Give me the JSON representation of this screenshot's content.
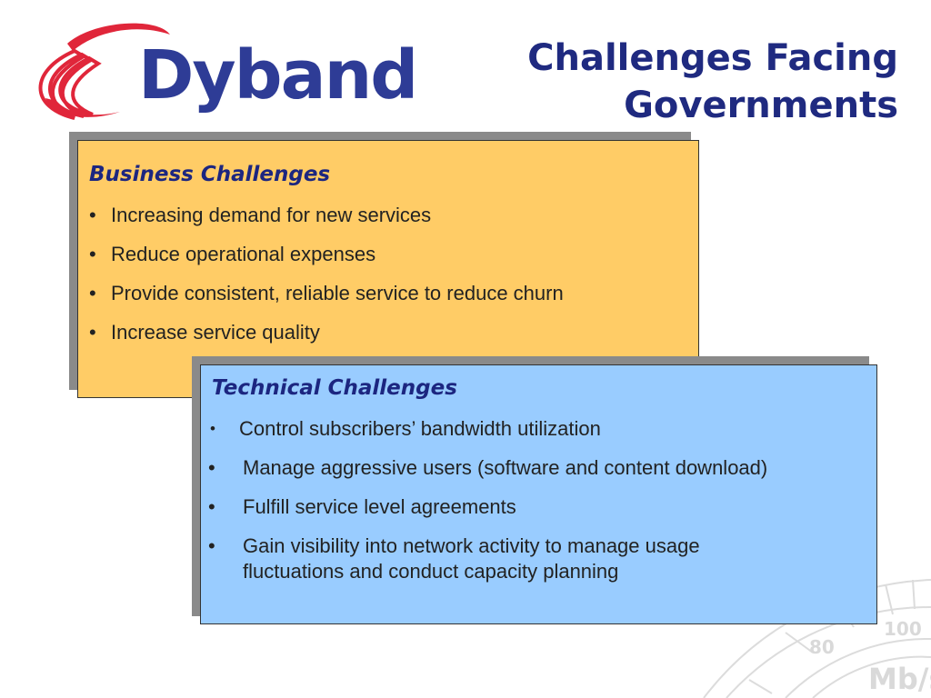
{
  "logo": {
    "text": "Dyband",
    "icon": "swoosh-icon",
    "colors": {
      "swoosh": "#e0263a",
      "text": "#2e3c96"
    }
  },
  "title": {
    "line1": "Challenges Facing",
    "line2": "Governments"
  },
  "business": {
    "heading": "Business Challenges",
    "items": [
      "Increasing demand for new services",
      "Reduce operational expenses",
      "Provide consistent, reliable service to reduce churn",
      "Increase service quality"
    ]
  },
  "technical": {
    "heading": "Technical Challenges",
    "items": [
      "Control subscribers’ bandwidth utilization",
      "Manage aggressive users (software and content download)",
      "Fulfill service level agreements",
      "Gain visibility into network activity to manage usage fluctuations and conduct capacity planning"
    ]
  },
  "gauge": {
    "icon": "speedometer-icon",
    "label_100": "100",
    "label_80": "80",
    "unit": "Mb/s"
  },
  "colors": {
    "business_bg": "#ffcc66",
    "technical_bg": "#99ccff",
    "heading": "#1c2680",
    "title": "#1f2a80",
    "shadow": "#8a8a8a"
  }
}
